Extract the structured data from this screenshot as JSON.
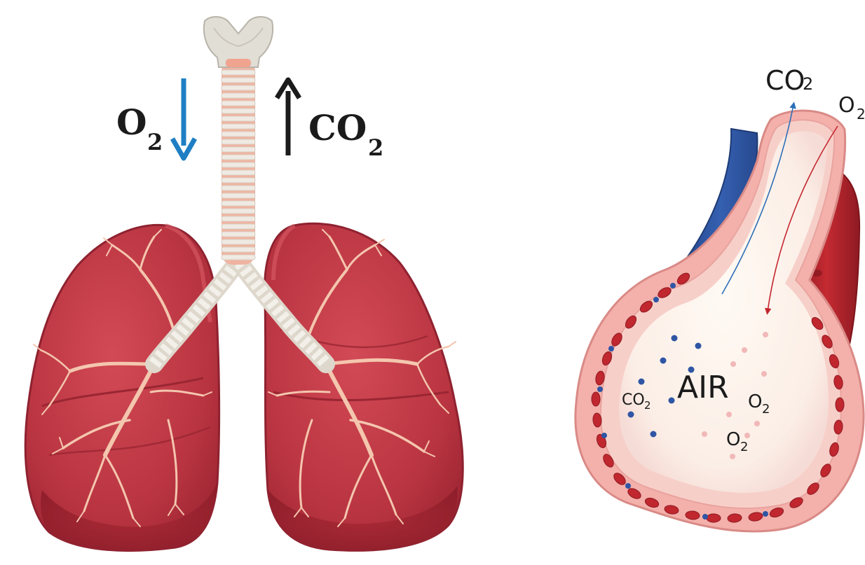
{
  "lungs": {
    "inhale_label": "O",
    "inhale_sub": "2",
    "exhale_label": "CO",
    "exhale_sub": "2"
  },
  "alveolus": {
    "top_co2_label": "CO",
    "top_co2_sub": "2",
    "top_o2_label": "O",
    "top_o2_sub": "2",
    "air_label": "AIR",
    "inner_co2_label": "CO",
    "inner_co2_sub": "2",
    "inner_o2_a_label": "O",
    "inner_o2_a_sub": "2",
    "inner_o2_b_label": "O",
    "inner_o2_b_sub": "2"
  },
  "colors": {
    "o2_arrow": "#1f7fc4",
    "co2_arrow": "#1b1b1b",
    "lung": "#b8353f",
    "vein": "#2f55a4",
    "artery": "#b5232b",
    "alveolus_wall": "#f2aaa5"
  }
}
